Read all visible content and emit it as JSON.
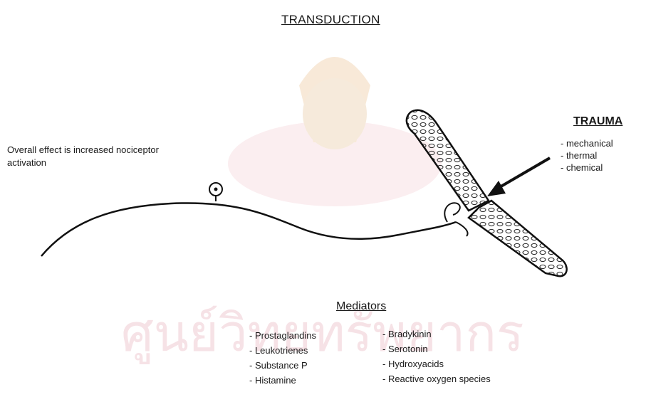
{
  "title": "TRANSDUCTION",
  "overall_effect": "Overall effect is increased nociceptor activation",
  "trauma": {
    "title": "TRAUMA",
    "items": [
      "- mechanical",
      "- thermal",
      "- chemical"
    ]
  },
  "mediators": {
    "title": "Mediators",
    "left": [
      "- Prostaglandins",
      "- Leukotrienes",
      "- Substance P",
      "- Histamine"
    ],
    "right": [
      "- Bradykinin",
      "- Serotonin",
      "- Hydroxyacids",
      "- Reactive oxygen species"
    ]
  },
  "watermark_text": "ศูนย์วิทยทรัพยากร"
}
